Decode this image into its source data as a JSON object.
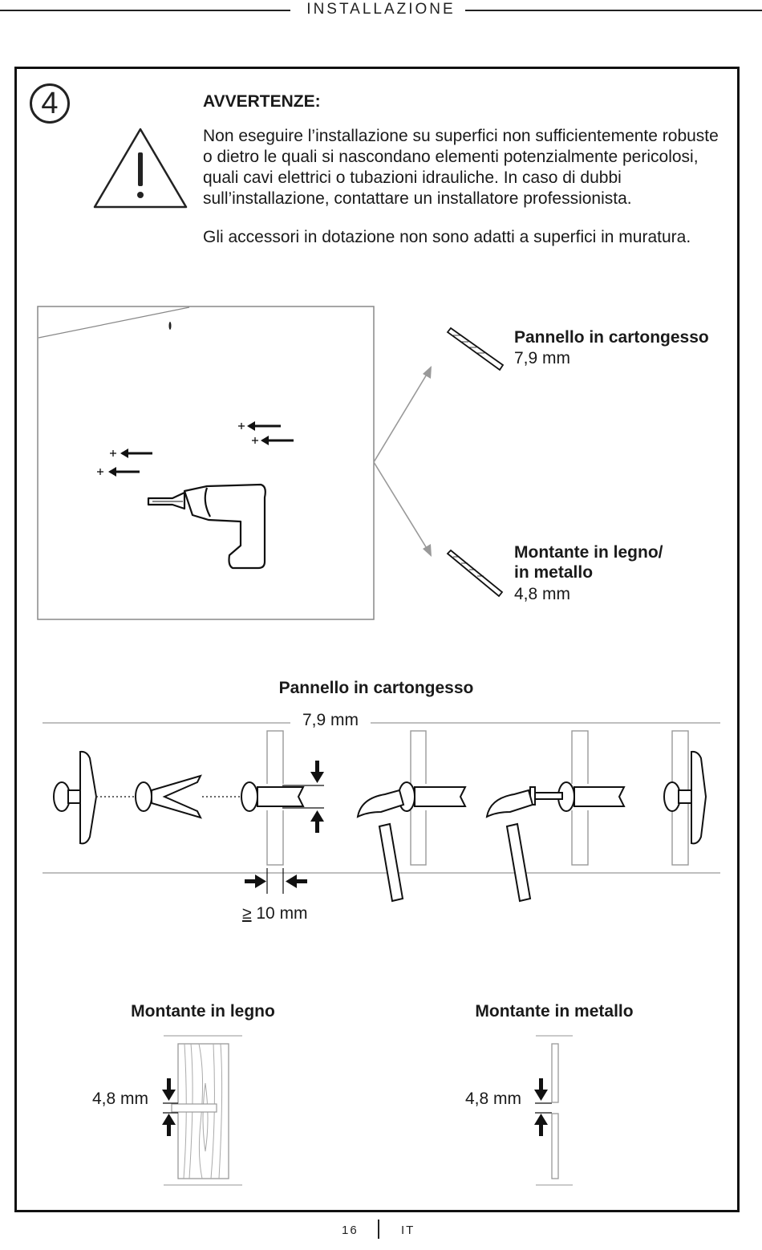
{
  "header": {
    "title": "INSTALLAZIONE"
  },
  "step": {
    "number": "4"
  },
  "warning": {
    "title": "AVVERTENZE:",
    "text": "Non eseguire l’installazione su superfici non sufficientemente robuste o dietro le quali si nascondano elementi potenzialmente pericolosi, quali cavi elettrici o tubazioni idrauliche. In caso di dubbi sull’installazione, contattare un installatore professionista.",
    "note": "Gli accessori in dotazione non sono adatti a superfici in muratura."
  },
  "drill_bits": {
    "drywall": {
      "title": "Pannello in cartongesso",
      "size": "7,9 mm"
    },
    "stud": {
      "title_line1": "Montante in legno/",
      "title_line2": "in metallo",
      "size": "4,8 mm"
    }
  },
  "anchor_section": {
    "title": "Pannello in cartongesso",
    "hole_size": "7,9 mm",
    "min_thickness": "10 mm",
    "min_prefix": "≥"
  },
  "stud_section": {
    "wood": {
      "title": "Montante in legno",
      "size": "4,8 mm"
    },
    "metal": {
      "title": "Montante in metallo",
      "size": "4,8 mm"
    }
  },
  "footer": {
    "page": "16",
    "lang": "IT"
  }
}
